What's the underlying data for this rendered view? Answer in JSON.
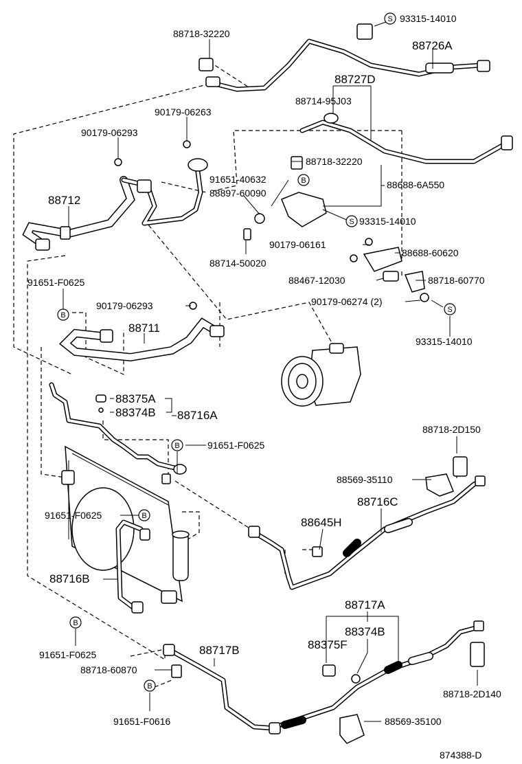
{
  "diagram_id": "874388-D",
  "symbols": {
    "s_mark": "S",
    "b_mark": "B"
  },
  "labels": {
    "p88718_32220_top": "88718-32220",
    "p93315_14010_top": "93315-14010",
    "p88726A": "88726A",
    "p88727D": "88727D",
    "p88714_95J03": "88714-95J03",
    "p90179_06263": "90179-06263",
    "p90179_06293_a": "90179-06293",
    "p88718_32220_mid": "88718-32220",
    "p91651_40632": "91651-40632",
    "p88688_6A550": "88688-6A550",
    "p88897_60090": "88897-60090",
    "p88712": "88712",
    "p93315_14010_mid": "93315-14010",
    "p88714_50020": "88714-50020",
    "p90179_06161": "90179-06161",
    "p88688_60620": "88688-60620",
    "p88467_12030": "88467-12030",
    "p88718_60770": "88718-60770",
    "p91651_F0625_a": "91651-F0625",
    "p90179_06274": "90179-06274 (2)",
    "p90179_06293_b": "90179-06293",
    "p88711": "88711",
    "p93315_14010_low": "93315-14010",
    "p88375A": "88375A",
    "p88374B_a": "88374B",
    "p88716A": "88716A",
    "p91651_F0625_b": "91651-F0625",
    "p88718_2D150": "88718-2D150",
    "p88569_35110": "88569-35110",
    "p88716C": "88716C",
    "p91651_F0625_c": "91651-F0625",
    "p88645H": "88645H",
    "p88716B": "88716B",
    "p88717A": "88717A",
    "p88374B_b": "88374B",
    "p88375F": "88375F",
    "p91651_F0625_d": "91651-F0625",
    "p88717B": "88717B",
    "p88718_60870": "88718-60870",
    "p88718_2D140": "88718-2D140",
    "p91651_F0616": "91651-F0616",
    "p88569_35100": "88569-35100"
  }
}
